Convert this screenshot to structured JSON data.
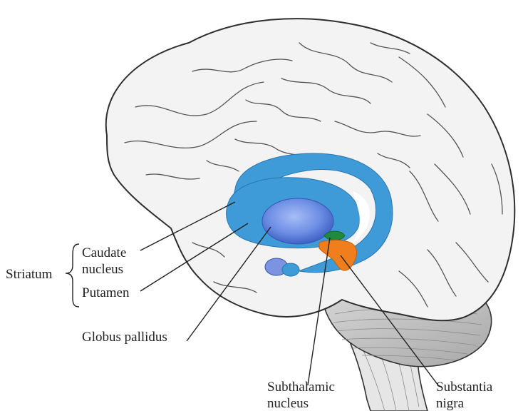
{
  "labels": {
    "striatum": "Striatum",
    "caudate_line1": "Caudate",
    "caudate_line2": "nucleus",
    "putamen": "Putamen",
    "globus_pallidus": "Globus pallidus",
    "subthalamic_line1": "Subthalamic",
    "subthalamic_line2": "nucleus",
    "substantia_line1": "Substantia",
    "substantia_line2": "nigra"
  },
  "colors": {
    "caudate": "#3f9bd8",
    "putamen": "#4a86d4",
    "globus_pallidus": "#6f8fe6",
    "subthalamic": "#1f8a3c",
    "substantia": "#f07e1c",
    "brain_fill": "#f3f3f3",
    "outline": "#2e2e2e"
  }
}
